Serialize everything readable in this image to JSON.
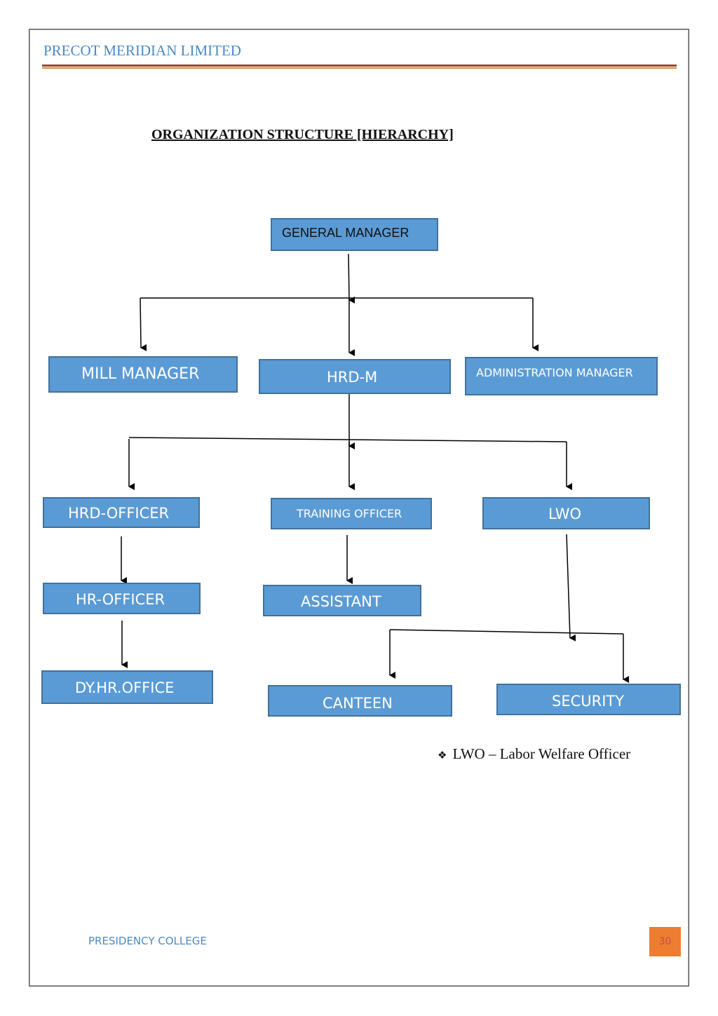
{
  "header": {
    "title": "PRECOT MERIDIAN LIMITED"
  },
  "document": {
    "title": "ORGANIZATION STRUCTURE [HIERARCHY]"
  },
  "org_chart": {
    "general_manager": "GENERAL MANAGER",
    "mill_manager": "MILL MANAGER",
    "hrd_m": "HRD-M",
    "administration_manager": "ADMINISTRATION MANAGER",
    "hrd_officer": "HRD-OFFICER",
    "training_officer": "TRAINING OFFICER",
    "lwo": "LWO",
    "hr_officer": "HR-OFFICER",
    "assistant": "ASSISTANT",
    "dy_hr_office": "DY.HR.OFFICE",
    "canteen": "CANTEEN",
    "security": "SECURITY"
  },
  "note": {
    "text": "LWO – Labor Welfare Officer"
  },
  "footer": {
    "college": "PRESIDENCY COLLEGE",
    "page_number": "30"
  },
  "colors": {
    "box_fill": "#5b9bd5",
    "box_border": "#41719c",
    "header_text": "#4a8bc4",
    "page_badge": "#ed7d31"
  }
}
